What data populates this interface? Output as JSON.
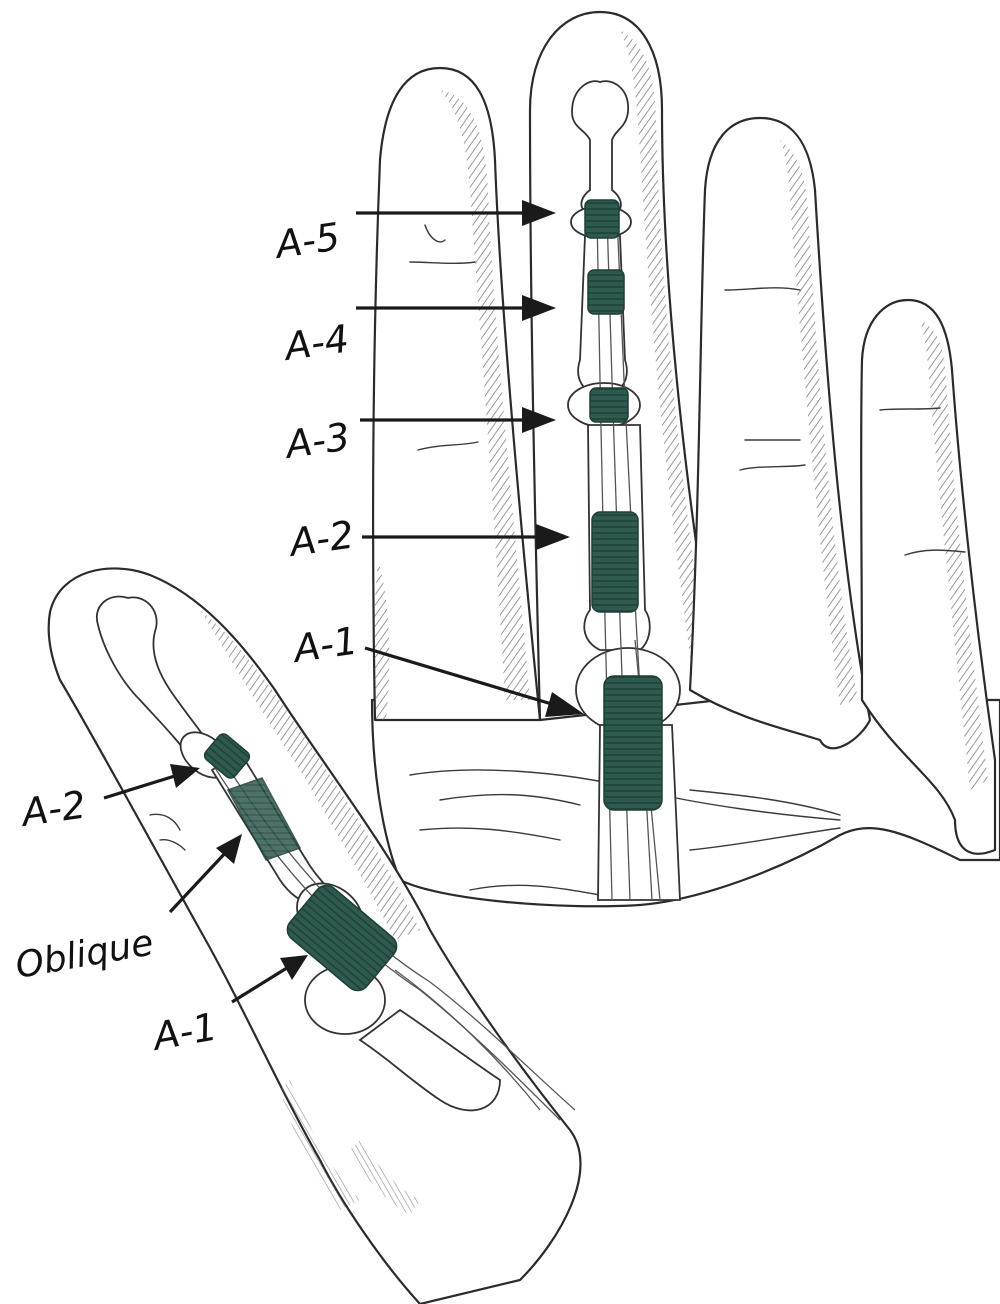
{
  "figure": {
    "labels": {
      "main_finger": [
        "A-5",
        "A-4",
        "A-3",
        "A-2",
        "A-1"
      ],
      "lateral_finger": [
        "A-2",
        "Oblique",
        "A-1"
      ]
    },
    "colors": {
      "pulley": "#2f5a4f",
      "pulley_dark": "#1f3f37",
      "ink": "#1a1a1a",
      "paper": "#ffffff"
    }
  }
}
